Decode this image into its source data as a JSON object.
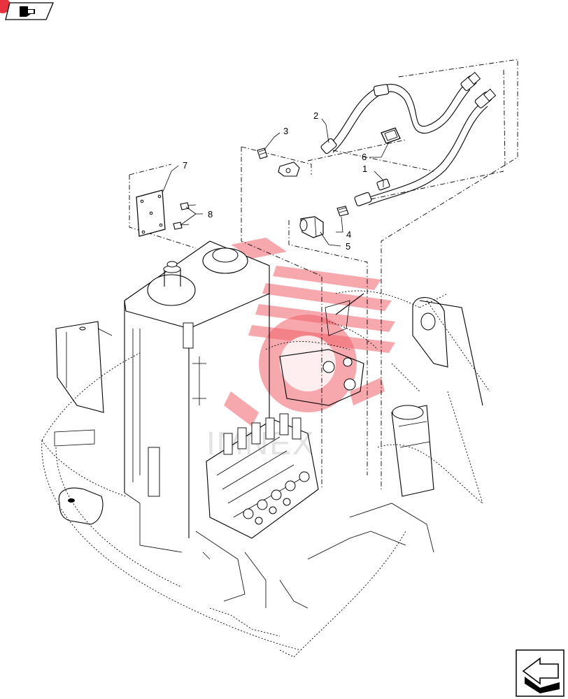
{
  "callouts": [
    {
      "id": "1",
      "label": "1"
    },
    {
      "id": "2",
      "label": "2"
    },
    {
      "id": "3",
      "label": "3"
    },
    {
      "id": "4",
      "label": "4"
    },
    {
      "id": "5",
      "label": "5"
    },
    {
      "id": "6",
      "label": "6"
    },
    {
      "id": "7",
      "label": "7"
    },
    {
      "id": "8",
      "label": "8"
    }
  ],
  "icons": {
    "top_left": "book-arrow-icon",
    "bottom_right": "next-page-arrow-icon"
  },
  "colors": {
    "badge": "#e8333f",
    "watermark": "#f0606a",
    "line": "#000000"
  }
}
